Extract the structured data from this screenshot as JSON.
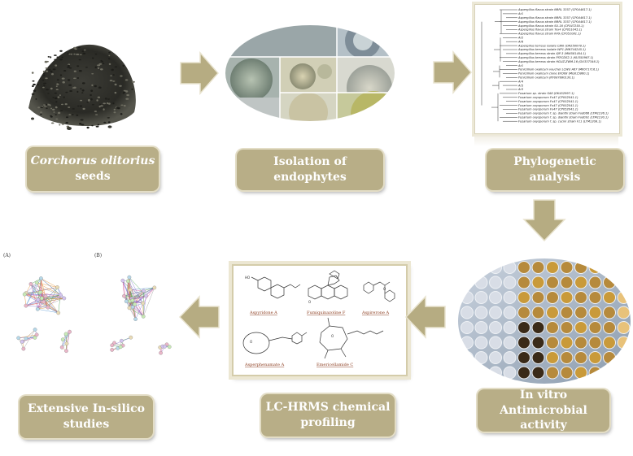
{
  "steps": {
    "seeds": {
      "line1": "Corchorus olitorius",
      "line2": "seeds"
    },
    "isolation": {
      "label": "Isolation of endophytes"
    },
    "phylo": {
      "label": "Phylogenetic analysis"
    },
    "antimicrobial": {
      "line1": "In vitro Antimicrobial",
      "line2": "activity"
    },
    "lchrms": {
      "line1": "LC-HRMS chemical",
      "line2": "profiling"
    },
    "insilico": {
      "line1": "Extensive In-silico",
      "line2": "studies"
    }
  },
  "tree_labels": [
    "Aspergillus flavus strain NRRL 3357 (CP044617.1)",
    "Ar1",
    "Aspergillus flavus strain NRRL 3357 (CP044617.1)",
    "Aspergillus flavus strain NRRL 3357 (CP044617.1)",
    "Aspergillus flavus strain SU-16 (CP047250.1)",
    "Aspergillus flavus strain Tox4 (CP051045.1)",
    "Aspergillus flavus strain K49 (CP051081.1)",
    "Ar2",
    "Ar6",
    "Aspergillus terreus isolate CBI0 (OR250078.1)",
    "Aspergillus terreus isolate WP1 (MN744245.1)",
    "Aspergillus terreus strain XJP-3 (MW581404.1)",
    "Aspergillus terreus strain PSFCDS2-1 (KU350987.1)",
    "Aspergillus terreus strain HGUZ-ZWM-16 (OU337346.1)",
    "Ar1",
    "Penicillium oxalicum voucher LCWU A67 (MK071716.1)",
    "Penicillium oxalicum clone EFD08 (MG015860.1)",
    "Penicillium oxalicum (KF087880130.1)",
    "Ar4",
    "Ar5",
    "Ar3",
    "Fusarium sp. strain SA8 (OK452997.1)",
    "Fusarium oxysporum Fo47 (CP052041.1)",
    "Fusarium oxysporum Fo47 (CP052041.1)",
    "Fusarium oxysporum Fo47 (CP052041.1)",
    "Fusarium oxysporum Fo47 (CP052041.1)",
    "Fusarium oxysporum f. sp. dianthi strain Fod066 (LTM1236.1)",
    "Fusarium oxysporum f. sp. dianthi strain Fod091 (LTM1230.1)",
    "Fusarium oxysporum f. sp. cucini strain F11 (LTM1208.1)"
  ],
  "compounds": [
    "Aspyridone A",
    "Fumiquinazoline F",
    "Aspirerone A",
    "Asperphenamate A",
    "Emericellamide C"
  ],
  "network_labels": {
    "a": "(A)",
    "b": "(B)"
  },
  "colors": {
    "box_fill": "#b8ae87",
    "arrow_fill": "#b6ac82",
    "box_text": "#ffffff"
  }
}
